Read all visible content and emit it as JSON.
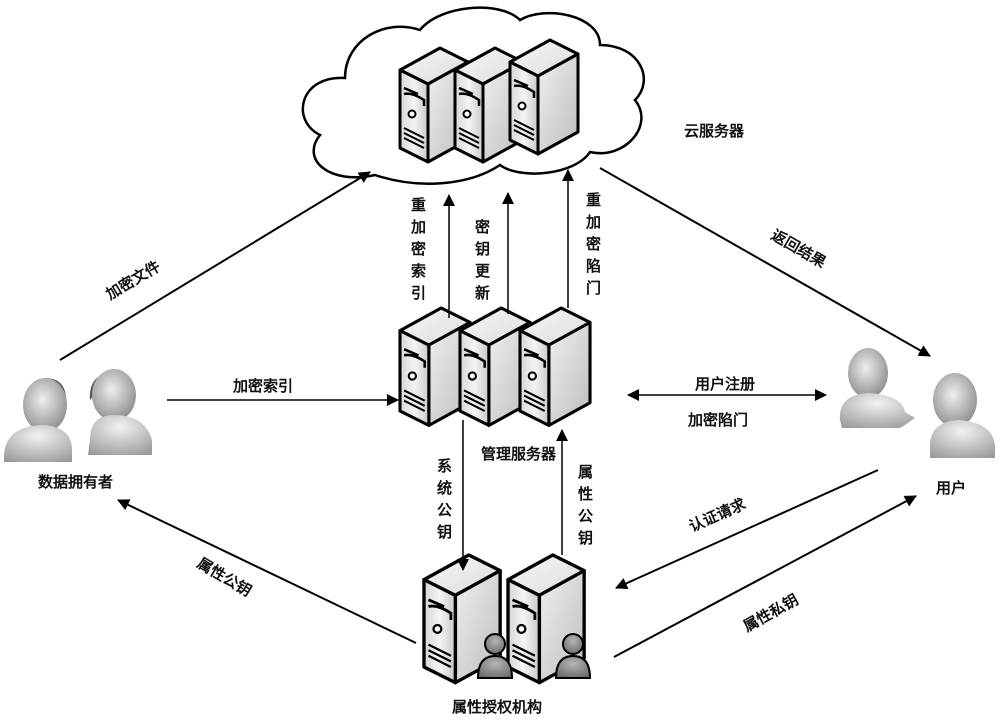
{
  "nodes": {
    "cloud": {
      "label": "云服务器",
      "icon": "cloud-server-cluster-icon"
    },
    "manager": {
      "label": "管理服务器",
      "icon": "server-cluster-icon"
    },
    "authority": {
      "label": "属性授权机构",
      "icon": "authority-server-icon"
    },
    "owner": {
      "label": "数据拥有者",
      "icon": "users-icon"
    },
    "user": {
      "label": "用户",
      "icon": "users-icon"
    }
  },
  "edges": {
    "owner_to_cloud": {
      "label": "加密文件",
      "from": "数据拥有者",
      "to": "云服务器"
    },
    "owner_to_manager": {
      "label": "加密索引",
      "from": "数据拥有者",
      "to": "管理服务器"
    },
    "manager_to_cloud_reindex": {
      "label": "重加密索引",
      "from": "管理服务器",
      "to": "云服务器"
    },
    "manager_to_cloud_keyupdate": {
      "label": "密钥更新",
      "from": "管理服务器",
      "to": "云服务器"
    },
    "manager_to_cloud_retrapdoor": {
      "label": "重加密陷门",
      "from": "管理服务器",
      "to": "云服务器"
    },
    "cloud_to_user": {
      "label": "返回结果",
      "from": "云服务器",
      "to": "用户"
    },
    "manager_user_register": {
      "label": "用户注册",
      "from": "管理服务器",
      "to": "用户",
      "bidirectional": true
    },
    "manager_user_trapdoor": {
      "label": "加密陷门"
    },
    "manager_to_authority": {
      "label": "系统公钥",
      "from": "管理服务器",
      "to": "属性授权机构"
    },
    "authority_to_manager": {
      "label": "属性公钥",
      "from": "属性授权机构",
      "to": "管理服务器"
    },
    "user_to_authority": {
      "label": "认证请求",
      "from": "用户",
      "to": "属性授权机构"
    },
    "authority_to_user": {
      "label": "属性私钥",
      "from": "属性授权机构",
      "to": "用户"
    },
    "authority_to_owner": {
      "label": "属性公钥",
      "from": "属性授权机构",
      "to": "数据拥有者"
    }
  }
}
